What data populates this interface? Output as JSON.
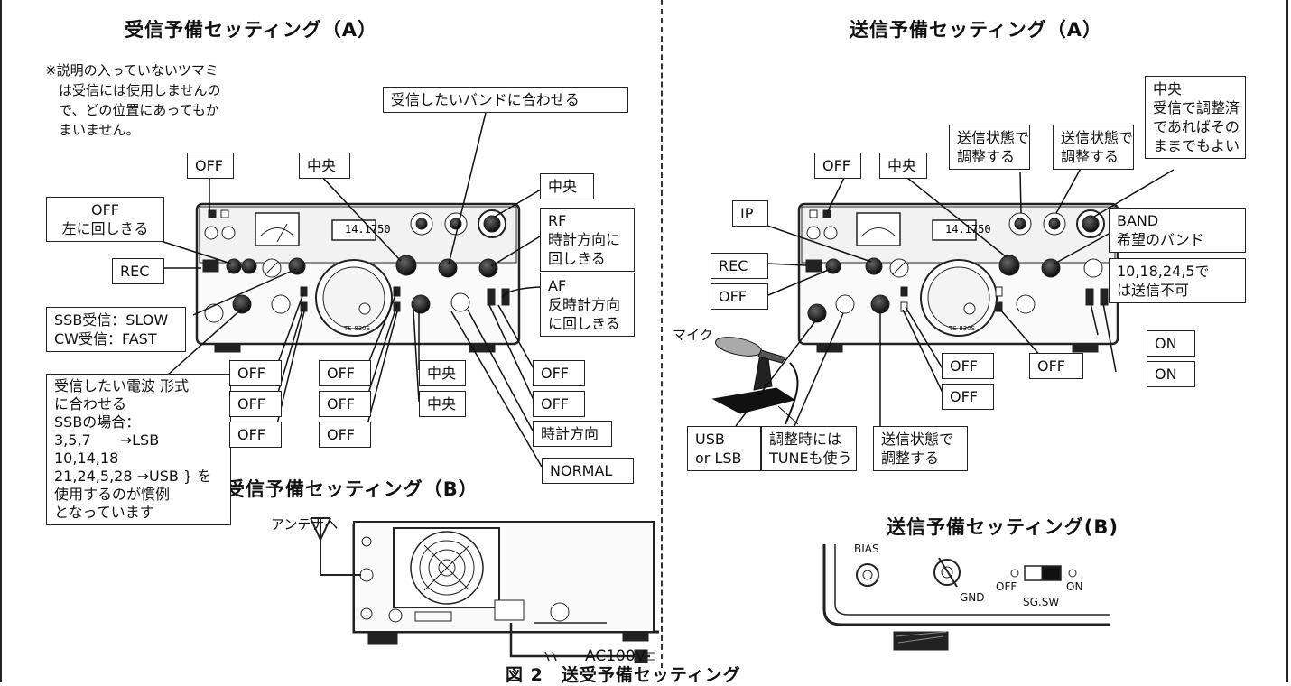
{
  "figure": {
    "caption": "図 2　送受予備セッティング",
    "rx_title_a": "受信予備セッティング（A）",
    "rx_title_b": "受信予備セッティング（B）",
    "tx_title_a": "送信予備セッティング（A）",
    "tx_title_b": "送信予備セッティング(B)"
  },
  "rx": {
    "note": "※説明の入っていないツマミ\n　は受信には使用しませんの\n　で、どの位置にあってもか\n　まいません。",
    "off_top": "OFF",
    "off_left": "OFF\n左に回しきる",
    "rec": "REC",
    "agc": "SSB受信：SLOW\nCW受信：FAST",
    "mode": "受信したい電波 形式\nに合わせる\nSSBの場合：\n3,5,7　　→LSB\n10,14,18\n21,24,5,28 →USB } を\n使用するのが慣例\nとなっています",
    "center_top": "中央",
    "band": "受信したいバンドに合わせる",
    "center_right": "中央",
    "rf": "RF\n時計方向に\n回しきる",
    "af": "AF\n反時計方向\nに回しきる",
    "off_c1": "OFF",
    "off_c2": "OFF",
    "off_c3": "OFF",
    "off_d1": "OFF",
    "off_d2": "OFF",
    "off_d3": "OFF",
    "center_b1": "中央",
    "center_b2": "中央",
    "off_e1": "OFF",
    "off_e2": "OFF",
    "clockwise": "時計方向",
    "normal": "NORMAL",
    "antenna": "アンテナへ",
    "ac": "AC100V",
    "radio_freq": "14.1750",
    "model": "TS-830S"
  },
  "tx": {
    "off_top": "OFF",
    "center": "中央",
    "send1": "送信状態で\n調整する",
    "send2": "送信状態で\n調整する",
    "drive": "中央\n受信で調整済\nであればその\nままでもよい",
    "ip": "IP",
    "rec": "REC",
    "off_left": "OFF",
    "band": "BAND\n希望のバンド",
    "band_note": "10,18,24,5で\nは送信不可",
    "mic_label": "マイク",
    "on1": "ON",
    "on2": "ON",
    "off_mid": "OFF",
    "off_a": "OFF",
    "off_b": "OFF",
    "usb": "USB\nor LSB",
    "tune": "調整時には\nTUNEも使う",
    "carrier": "送信状態で\n調整する",
    "bias": "BIAS",
    "gnd": "GND",
    "sg_off": "OFF",
    "sg_on": "ON",
    "sgsw": "SG.SW",
    "radio_freq": "14.1750",
    "model": "TS-830S"
  }
}
